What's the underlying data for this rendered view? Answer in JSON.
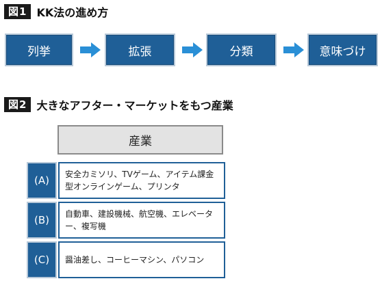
{
  "figure1": {
    "tag": "図1",
    "title": "KK法の進め方",
    "steps": [
      "列挙",
      "拡張",
      "分類",
      "意味づけ"
    ]
  },
  "figure2": {
    "tag": "図2",
    "title": "大きなアフター・マーケットをもつ産業",
    "header": "産業",
    "rows": [
      {
        "label": "(A)",
        "text": "安全カミソリ、TVゲーム、アイテム課金型オンラインゲーム、プリンタ"
      },
      {
        "label": "(B)",
        "text": "自動車、建設機械、航空機、エレベーター、複写機"
      },
      {
        "label": "(C)",
        "text": "醤油差し、コーヒーマシン、パソコン"
      }
    ]
  },
  "colors": {
    "box_fill": "#1f5f97",
    "arrow_fill": "#2a8fd6",
    "header_fill": "#e3e3e3"
  }
}
